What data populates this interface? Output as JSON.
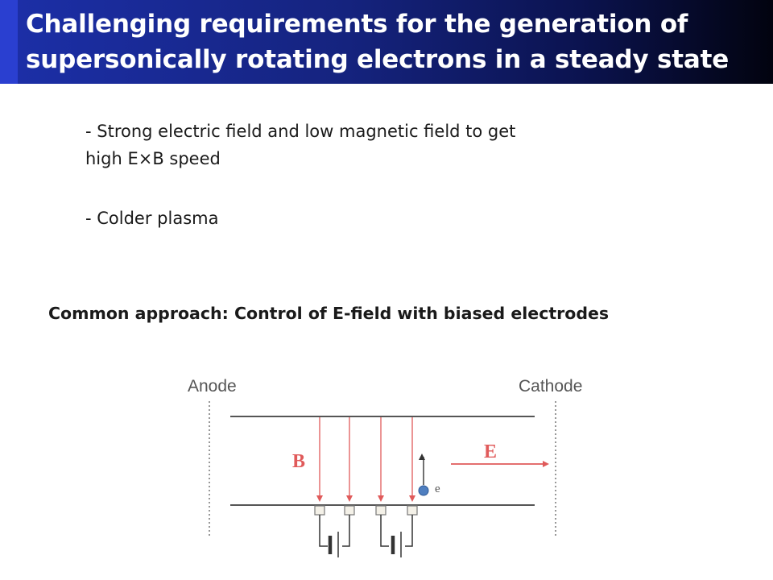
{
  "slide": {
    "title_lines": [
      "Challenging requirements for the generation of",
      "supersonically rotating electrons in a steady state"
    ]
  },
  "bullets": [
    {
      "lines": [
        "- Strong electric field and low magnetic field to get",
        "high E×B speed"
      ]
    },
    {
      "lines": [
        "- Colder plasma"
      ]
    }
  ],
  "approach": {
    "text": "Common approach: Control of E-field with biased electrodes"
  },
  "diagram": {
    "labels": {
      "anode": "Anode",
      "cathode": "Cathode",
      "b_field": "B",
      "e_field": "E",
      "electron": "e"
    },
    "colors": {
      "field_lines": "#e05a5a",
      "electron": "#4f7fc0",
      "plates": "#555555"
    }
  }
}
